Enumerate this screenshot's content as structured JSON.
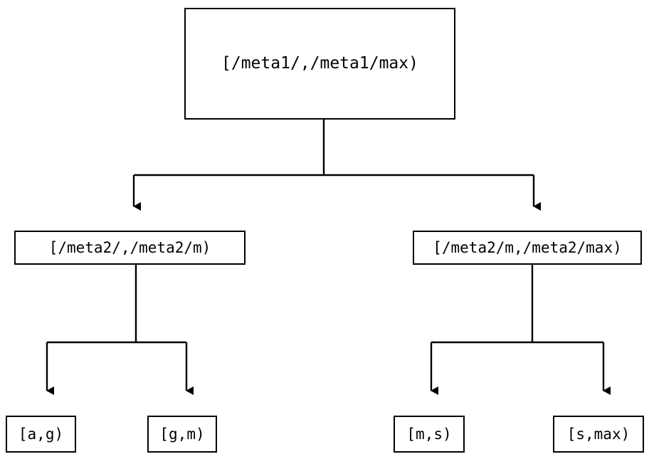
{
  "diagram": {
    "type": "tree",
    "orientation": "top-down",
    "background_color": "#ffffff",
    "line_color": "#000000",
    "text_color": "#000000",
    "root": {
      "id": "root",
      "label": "[/meta1/,/meta1/max)"
    },
    "level2": [
      {
        "id": "mid-left",
        "label": "[/meta2/,/meta2/m)"
      },
      {
        "id": "mid-right",
        "label": "[/meta2/m,/meta2/max)"
      }
    ],
    "leaves": [
      {
        "id": "leaf-a-g",
        "label": "[a,g)",
        "parent": "mid-left"
      },
      {
        "id": "leaf-g-m",
        "label": "[g,m)",
        "parent": "mid-left"
      },
      {
        "id": "leaf-m-s",
        "label": "[m,s)",
        "parent": "mid-right"
      },
      {
        "id": "leaf-s-max",
        "label": "[s,max)",
        "parent": "mid-right"
      }
    ],
    "edges": [
      {
        "from": "root",
        "to": "mid-left",
        "arrow": "triangle-down"
      },
      {
        "from": "root",
        "to": "mid-right",
        "arrow": "triangle-down"
      },
      {
        "from": "mid-left",
        "to": "leaf-a-g",
        "arrow": "triangle-down"
      },
      {
        "from": "mid-left",
        "to": "leaf-g-m",
        "arrow": "triangle-down"
      },
      {
        "from": "mid-right",
        "to": "leaf-m-s",
        "arrow": "triangle-down"
      },
      {
        "from": "mid-right",
        "to": "leaf-s-max",
        "arrow": "triangle-down"
      }
    ]
  }
}
